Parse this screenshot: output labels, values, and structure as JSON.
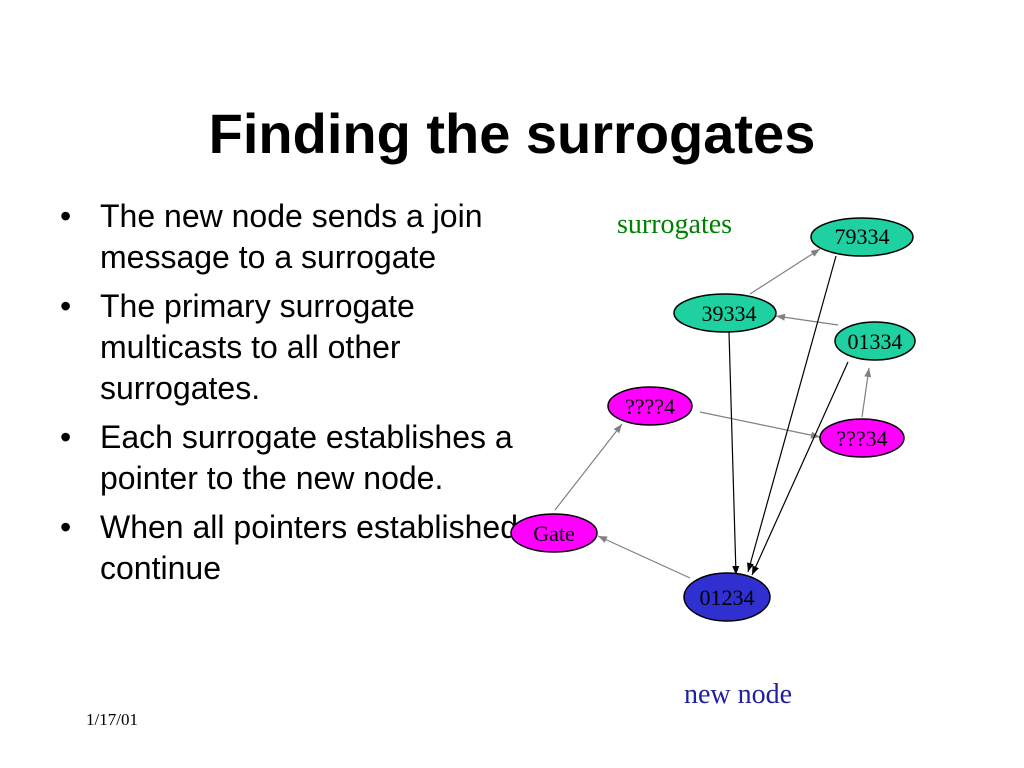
{
  "slide": {
    "title": "Finding the surrogates",
    "bullets": [
      "The new node sends a join message to a surrogate",
      "The primary surrogate multicasts to all other surrogates.",
      "Each surrogate establishes a pointer to the new node.",
      "When all pointers established, continue"
    ],
    "bullet_symbol": "•",
    "date": "1/17/01"
  },
  "diagram": {
    "labels": {
      "surrogates": "surrogates",
      "new_node": "new node"
    },
    "nodes": {
      "n79334": {
        "label": "79334",
        "fill": "#1fd1a0"
      },
      "n39334": {
        "label": "39334",
        "fill": "#1fd1a0"
      },
      "n01334": {
        "label": "01334",
        "fill": "#1fd1a0"
      },
      "n4": {
        "label": "????4",
        "fill": "#ff00ff"
      },
      "n34": {
        "label": "???34",
        "fill": "#ff00ff"
      },
      "gate": {
        "label": "Gate",
        "fill": "#ff00ff"
      },
      "n01234": {
        "label": "01234",
        "fill": "#3030d0"
      }
    },
    "colors": {
      "surrogates_text": "#008000",
      "new_node_text": "#2020a0",
      "gray_arrow": "#808080",
      "black_arrow": "#000000"
    }
  }
}
